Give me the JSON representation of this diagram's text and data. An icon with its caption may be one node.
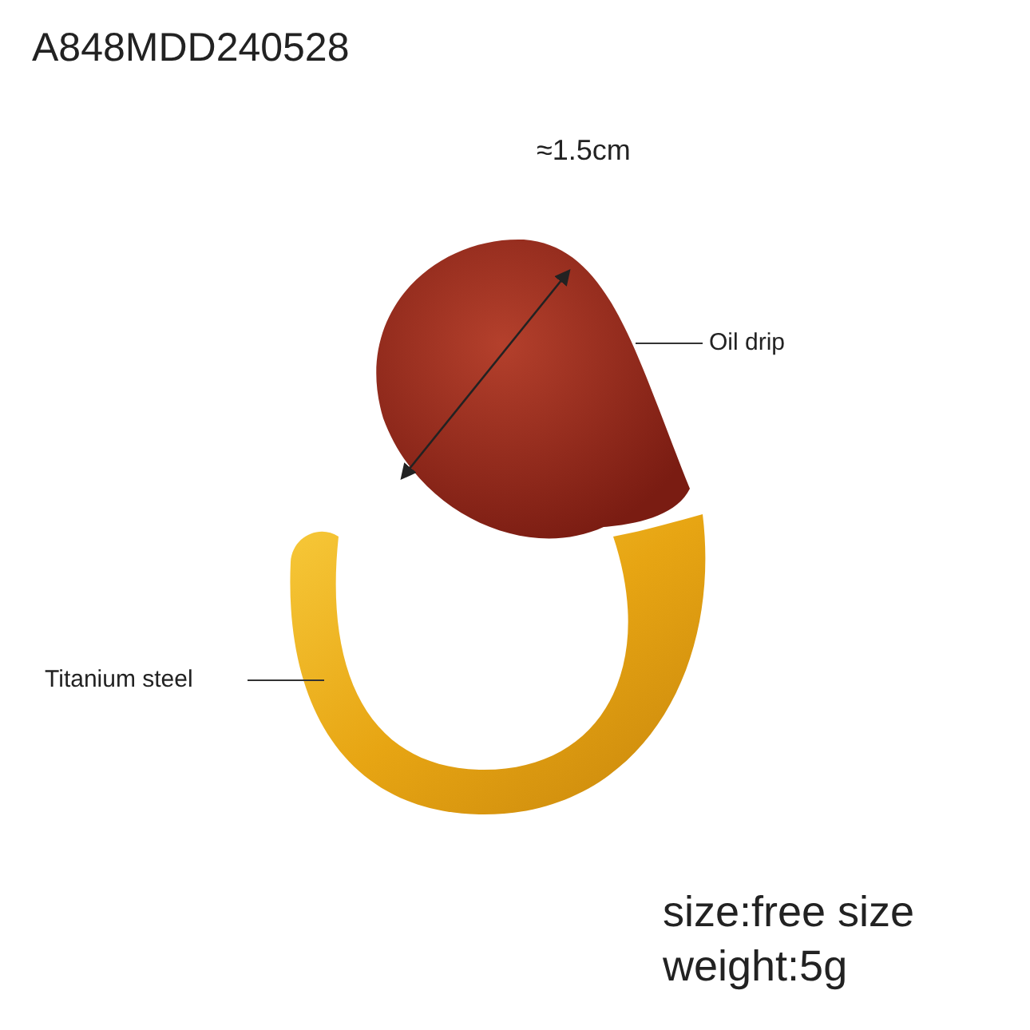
{
  "diagram": {
    "nodes": [
      {
        "text": [
          "Oil drip"
        ]
      },
      {
        "text": [],
        "shape": "picture"
      },
      {
        "text": [
          "Titanium steel"
        ]
      },
      {
        "text": [],
        "shape": "picture"
      }
    ],
    "edges": [
      {
        "from": 0,
        "to": 1,
        "arrow": "none"
      },
      {
        "from": 2,
        "to": 3,
        "arrow": "none"
      }
    ],
    "labels": [
      "A848MDD240528",
      "≈1.5cm",
      "size:free size",
      "weight:5g"
    ]
  }
}
